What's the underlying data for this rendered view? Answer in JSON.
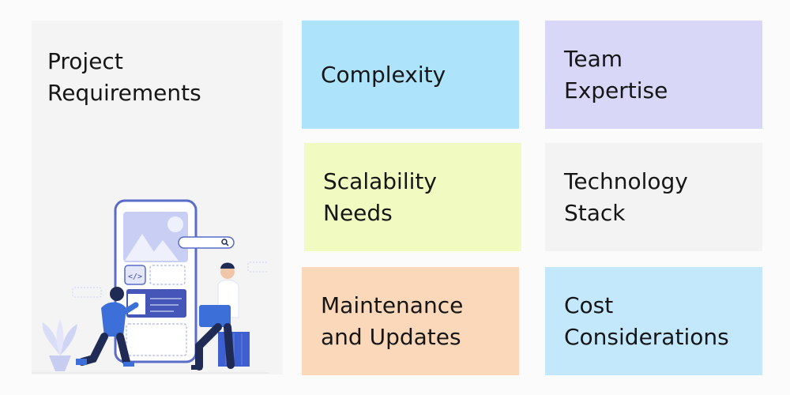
{
  "cards": {
    "project": {
      "label": "Project\nRequirements",
      "color": "#f4f4f4"
    },
    "complexity": {
      "label": "Complexity",
      "color": "#aee4fb"
    },
    "team": {
      "label": "Team\nExpertise",
      "color": "#d9d7f7"
    },
    "scalability": {
      "label": "Scalability\nNeeds",
      "color": "#f0fac1"
    },
    "technology": {
      "label": "Technology\nStack",
      "color": "#f3f3f3"
    },
    "maintenance": {
      "label": "Maintenance\nand Updates",
      "color": "#fbd8b9"
    },
    "cost": {
      "label": "Cost\nConsiderations",
      "color": "#c3e8fb"
    }
  },
  "illustration": {
    "icons": [
      "phone-mockup-icon",
      "search-bar-icon",
      "code-icon",
      "plant-icon",
      "person-kneeling-icon",
      "person-laptop-icon"
    ],
    "colors": {
      "phone_outline": "#5b6cc8",
      "phone_fill": "#e6e9f8",
      "accent_blue": "#3d6fd8",
      "dark_navy": "#1f2a55"
    }
  }
}
